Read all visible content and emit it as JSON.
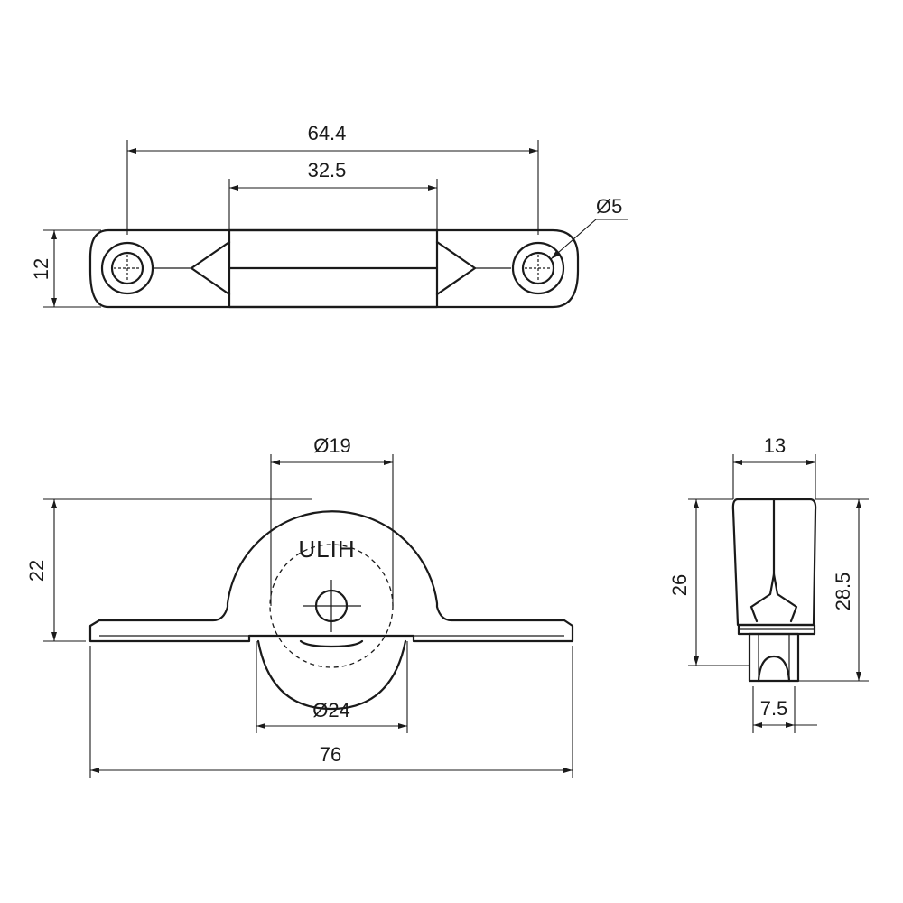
{
  "top_view": {
    "overall_length": "64.4",
    "center_length": "32.5",
    "hole_diameter": "Ø5",
    "height": "12"
  },
  "front_view": {
    "inner_wheel_diameter": "Ø19",
    "wheel_diameter": "Ø24",
    "overall_length": "76",
    "height": "22",
    "marking": "ULIH"
  },
  "side_view": {
    "width": "13",
    "height_inner": "26",
    "height_overall": "28.5",
    "wheel_width": "7.5"
  }
}
